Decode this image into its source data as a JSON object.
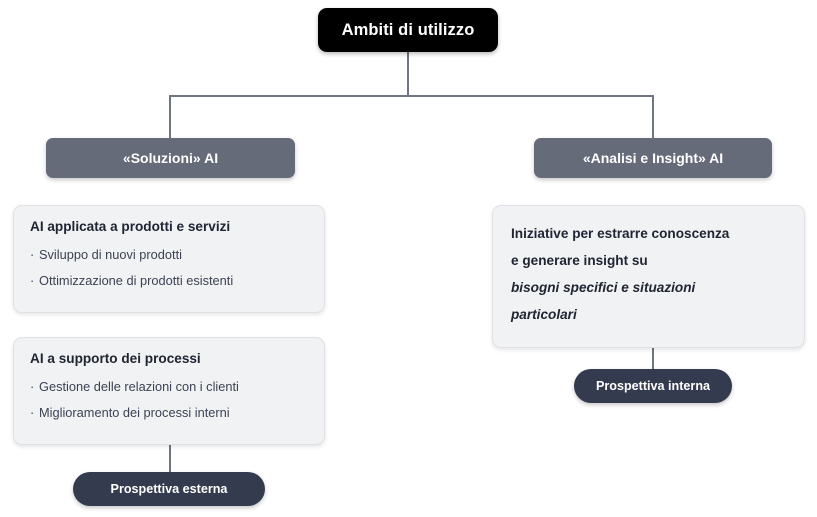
{
  "diagram": {
    "title": "Ambiti di utilizzo",
    "root": {
      "label": "Ambiti di utilizzo"
    },
    "branches": [
      {
        "id": "soluzioni",
        "label": "«Soluzioni» AI",
        "cards": [
          {
            "title": "AI applicata a prodotti e servizi",
            "bullets": [
              "Sviluppo di nuovi prodotti",
              "Ottimizzazione di prodotti esistenti"
            ]
          },
          {
            "title": "AI a supporto dei processi",
            "bullets": [
              "Gestione delle relazioni con i clienti",
              "Miglioramento dei processi interni"
            ]
          }
        ],
        "outcome": "Prospettiva esterna"
      },
      {
        "id": "analisi-e-insight",
        "label": "«Analisi e Insight» AI",
        "cards": [
          {
            "lines": [
              {
                "text": "Iniziative per estrarre conoscenza",
                "emphasis": false
              },
              {
                "text": "e generare insight su",
                "emphasis": false
              },
              {
                "text": "bisogni specifici e situazioni",
                "emphasis": true
              },
              {
                "text": "particolari",
                "emphasis": true
              }
            ]
          }
        ],
        "outcome": "Prospettiva interna"
      }
    ],
    "bullet_marker": "·",
    "colors": {
      "root_bg": "#000000",
      "branch_bg": "#666b79",
      "card_bg": "#f1f2f4",
      "card_border": "#dfe1e5",
      "pill_bg": "#343b4f",
      "connector": "#6f7682",
      "text_dark": "#202533",
      "text_body": "#3b4253",
      "text_on_dark": "#ffffff",
      "page_bg": "#ffffff"
    }
  }
}
